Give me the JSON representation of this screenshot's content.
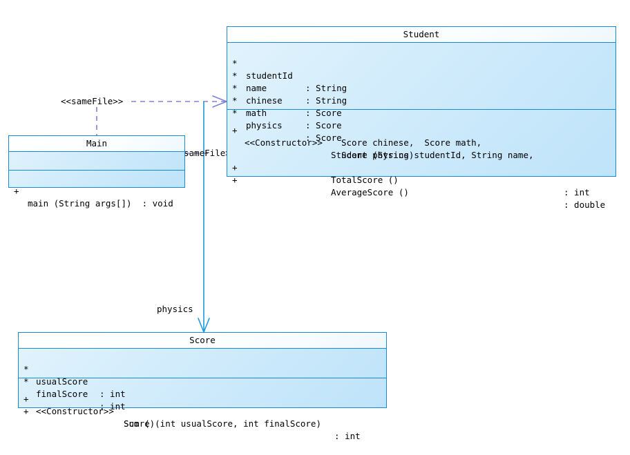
{
  "diagram": {
    "kind": "uml-class-diagram",
    "colors": {
      "class_border": "#1789d6",
      "class_fill_light": "#e2f3fd",
      "class_fill_dark": "#bfe3fa",
      "header_fill": "#ffffff",
      "dependency_line": "#8080d8",
      "association_line": "#1a9ae0",
      "text": "#000000",
      "background": "#ffffff"
    },
    "classes": [
      {
        "id": "student",
        "name": "Student",
        "attributes": [
          {
            "vis": "*",
            "name": "studentId",
            "type": ": String"
          },
          {
            "vis": "*",
            "name": "name",
            "type": ": String"
          },
          {
            "vis": "*",
            "name": "chinese",
            "type": ": Score"
          },
          {
            "vis": "*",
            "name": "math",
            "type": ": Score"
          },
          {
            "vis": "*",
            "name": "physics",
            "type": ": Score"
          }
        ],
        "operations": [
          {
            "vis": "+",
            "stereotype": "<<Constructor>>",
            "name": "Student (String studentId, String name,",
            "type": ""
          },
          {
            "vis": "",
            "stereotype": "",
            "name": "Score chinese,  Score math,",
            "type": ""
          },
          {
            "vis": "",
            "stereotype": "",
            "name": "Score physics)",
            "type": ""
          },
          {
            "vis": "+",
            "stereotype": "",
            "name": "TotalScore ()",
            "type": ": int"
          },
          {
            "vis": "+",
            "stereotype": "",
            "name": "AverageScore ()",
            "type": ": double"
          }
        ]
      },
      {
        "id": "main",
        "name": "Main",
        "attributes": [],
        "operations": [
          {
            "vis": "+",
            "stereotype": "",
            "name": "main (String args[])  : void",
            "type": ""
          }
        ]
      },
      {
        "id": "score",
        "name": "Score",
        "attributes": [
          {
            "vis": "*",
            "name": "usualScore",
            "type": ": int"
          },
          {
            "vis": "*",
            "name": "finalScore",
            "type": ": int"
          }
        ],
        "operations": [
          {
            "vis": "+",
            "stereotype": "<<Constructor>>",
            "name": "Score (int usualScore, int finalScore)",
            "type": ""
          },
          {
            "vis": "+",
            "stereotype": "",
            "name": "Sum ()",
            "type": ": int"
          }
        ]
      }
    ],
    "edges": [
      {
        "id": "main-to-student",
        "from": "main",
        "to": "student",
        "style": "dashed",
        "arrow": "open",
        "label": "<<sameFile>>"
      },
      {
        "id": "main-to-student-2",
        "from": "main",
        "to": "student",
        "style": "dashed",
        "arrow": "open",
        "label": "<<sameFile>>"
      },
      {
        "id": "student-to-score",
        "from": "student",
        "to": "score",
        "style": "solid",
        "arrow": "open",
        "label": "physics"
      }
    ]
  }
}
